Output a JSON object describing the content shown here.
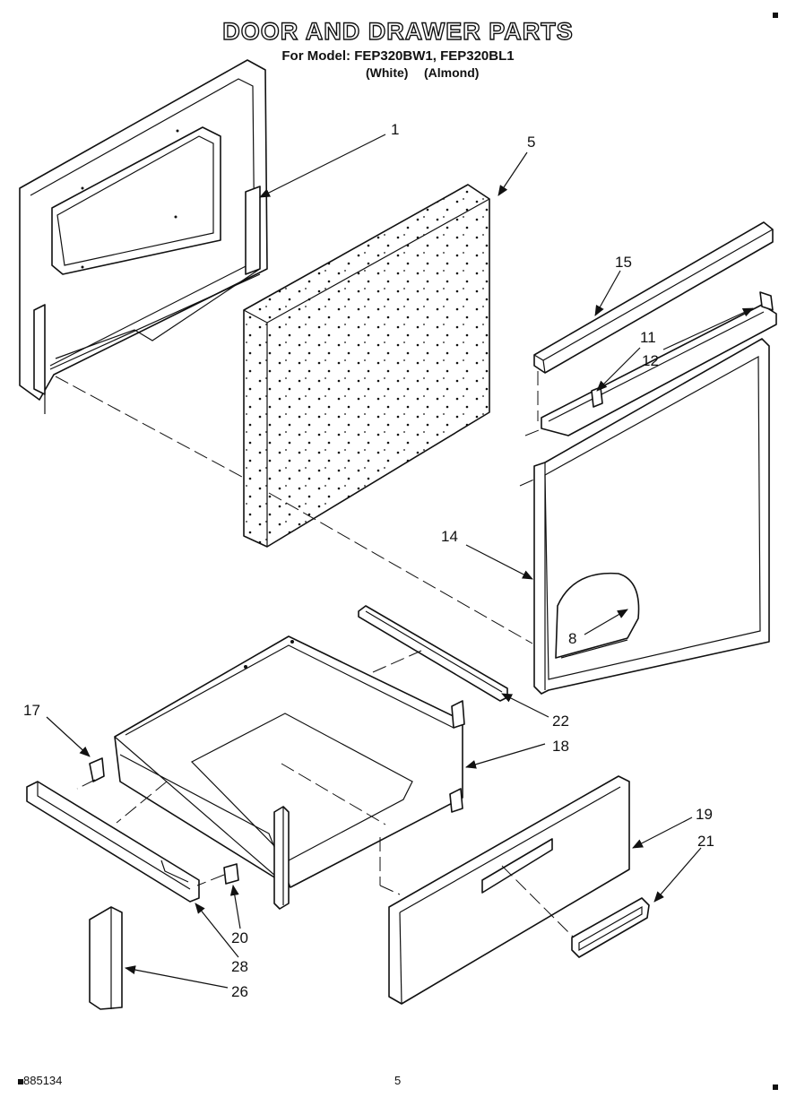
{
  "header": {
    "title": "DOOR AND DRAWER PARTS",
    "model_line": "For Model: FEP320BW1, FEP320BL1",
    "variant_white": "(White)",
    "variant_almond": "(Almond)"
  },
  "callouts": {
    "c1": "1",
    "c5": "5",
    "c15": "15",
    "c11": "11",
    "c12": "12",
    "c14": "14",
    "c8": "8",
    "c17": "17",
    "c22": "22",
    "c18": "18",
    "c19": "19",
    "c21": "21",
    "c20": "20",
    "c28": "28",
    "c26": "26"
  },
  "footer": {
    "doc_number": "885134",
    "page_number": "5"
  }
}
